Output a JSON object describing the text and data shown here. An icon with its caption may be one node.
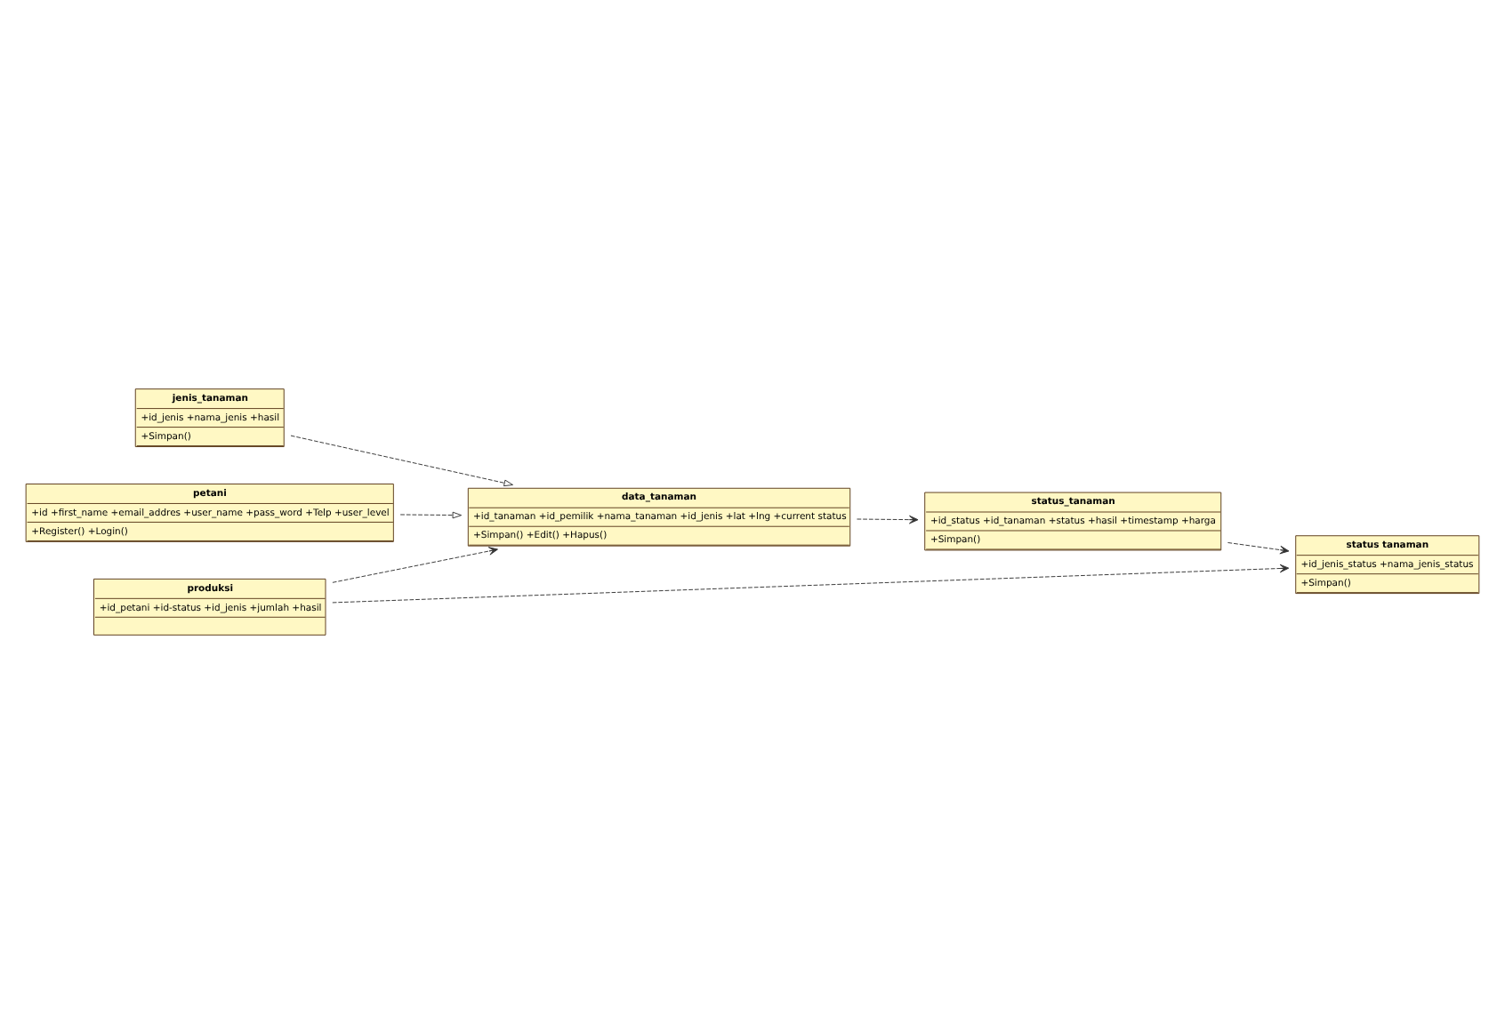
{
  "diagram": {
    "nodes": [
      {
        "text": [
          "jenis_tanaman",
          "+id_jenis +nama_jenis +hasil",
          "+Simpan()"
        ]
      },
      {
        "text": [
          "status tanaman",
          "+id_jenis_status +nama_jenis_status",
          "+Simpan()"
        ]
      },
      {
        "text": [
          "status_tanaman",
          "+id_status +id_tanaman +status +hasil +timestamp +harga",
          "+Simpan()"
        ]
      },
      {
        "text": [
          "petani",
          "+id +first_name +email_addres +user_name +pass_word +Telp +user_level",
          "+Register() +Login()"
        ]
      },
      {
        "text": [
          "data_tanaman",
          "+id_tanaman +id_pemilik +nama_tanaman +id_jenis +lat +lng +current status",
          "+Simpan() +Edit() +Hapus()"
        ]
      },
      {
        "text": [
          "produksi",
          "+id_petani +id-status +id_jenis +jumlah +hasil"
        ]
      }
    ],
    "edges": [
      {
        "from": 0,
        "to": 4,
        "arrow": "to",
        "style": "dashed"
      },
      {
        "from": 3,
        "to": 4,
        "arrow": "to",
        "style": "dashed"
      },
      {
        "from": 2,
        "to": 1,
        "arrow": "to",
        "style": "dashed"
      },
      {
        "from": 4,
        "to": 2,
        "arrow": "to",
        "style": "dashed"
      },
      {
        "from": 5,
        "to": 1,
        "arrow": "to",
        "style": "dashed"
      },
      {
        "from": 5,
        "to": 4,
        "arrow": "to",
        "style": "dashed"
      }
    ]
  }
}
